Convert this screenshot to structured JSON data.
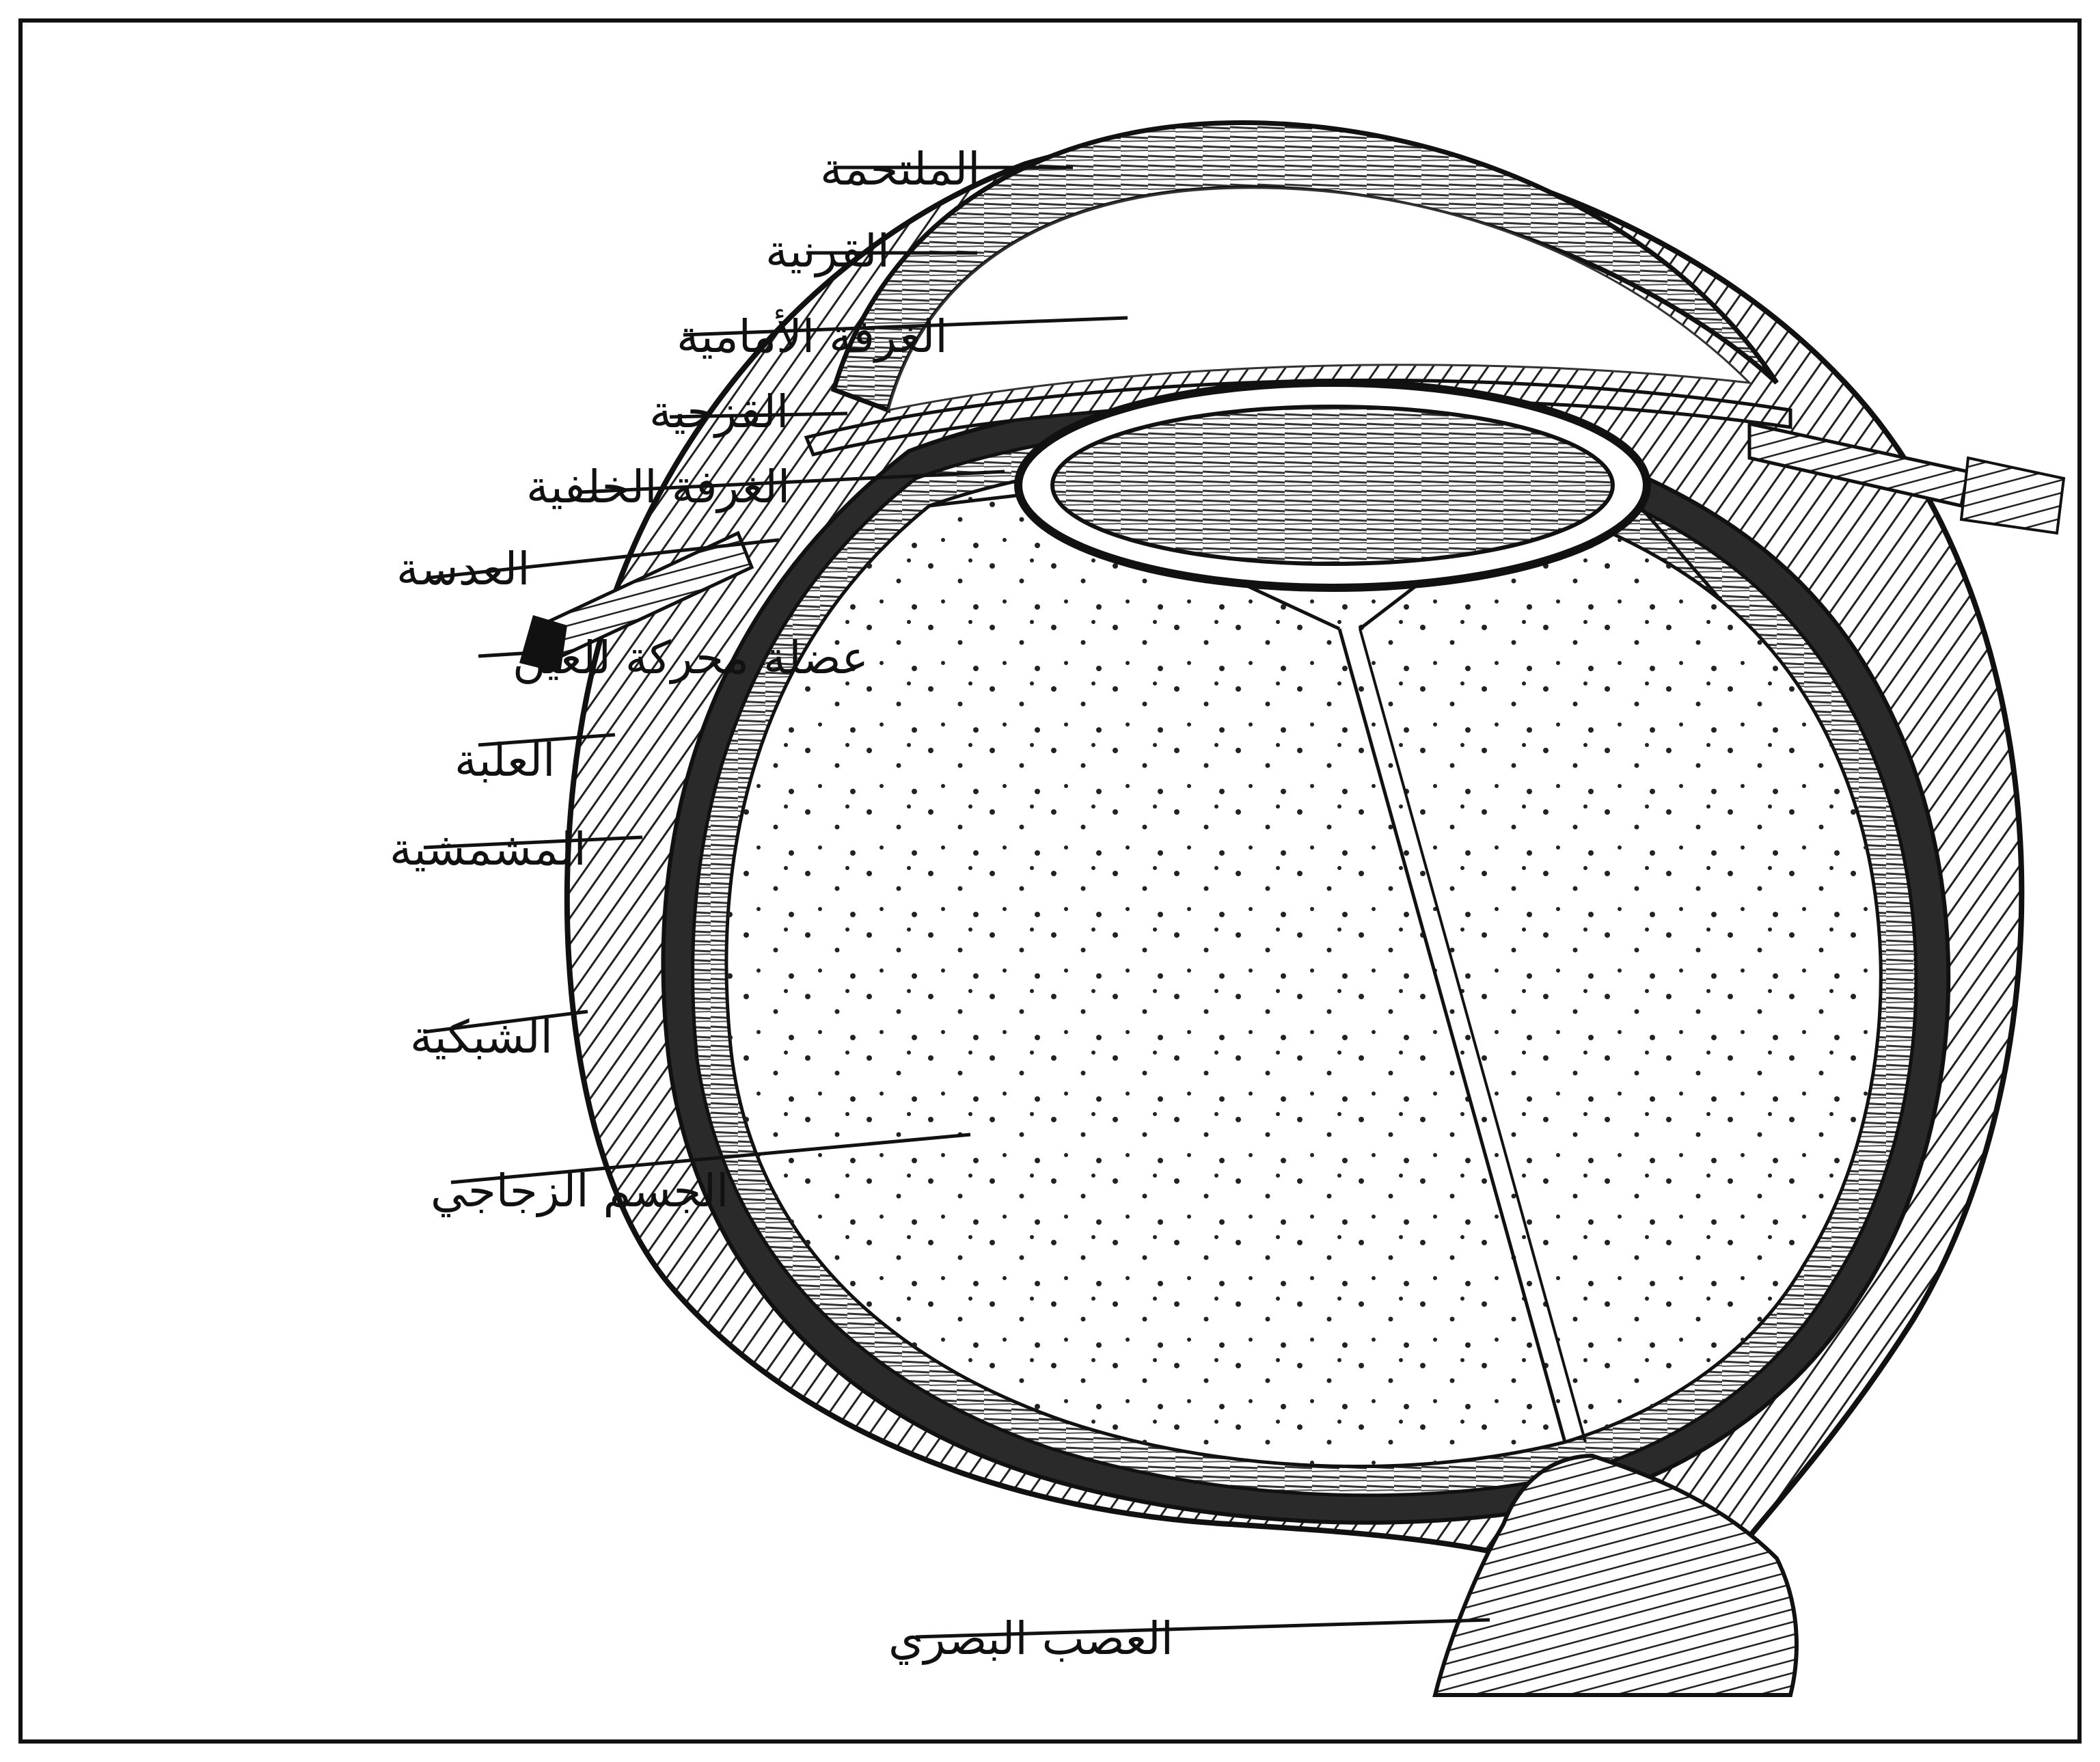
{
  "diagram": {
    "labels": {
      "conjunctiva": "الملتحمة",
      "cornea": "القرنية",
      "anterior_chamber": "الغرفة الأمامية",
      "iris": "القزحية",
      "posterior_chamber": "الغرفة الخلفية",
      "lens": "العدسة",
      "eye_muscle": "عضلة محركة للعين",
      "sclera": "العلبة",
      "choroid": "المشمشية",
      "retina": "الشبكية",
      "vitreous_body": "الجسم الزجاجي",
      "optic_nerve": "العصب البصري"
    },
    "colors": {
      "ink": "#111111",
      "background": "#ffffff"
    }
  }
}
